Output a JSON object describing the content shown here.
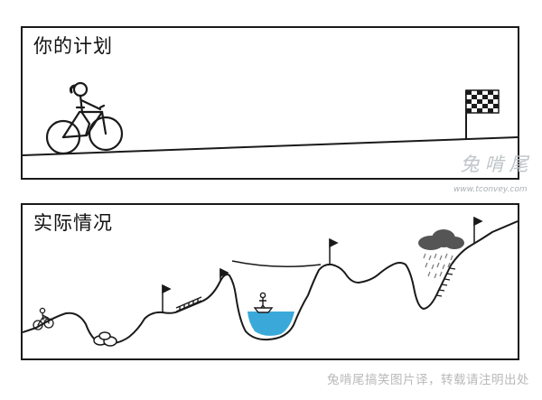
{
  "panels": {
    "plan": {
      "title": "你的计划"
    },
    "reality": {
      "title": "实际情况"
    }
  },
  "watermark": {
    "name": "兔啃尾",
    "url": "www.tconvey.com"
  },
  "footer": {
    "credit": "兔啃尾搞笑图片译，转载请注明出处"
  },
  "colors": {
    "line": "#1a1a1a",
    "water": "#3aa9d9",
    "cloud": "#555555",
    "background": "#ffffff"
  },
  "icons": [
    "bicycle-icon",
    "checkered-flag-icon",
    "rain-cloud-icon",
    "boat-icon",
    "rope-bridge-icon",
    "rope-line-icon"
  ]
}
